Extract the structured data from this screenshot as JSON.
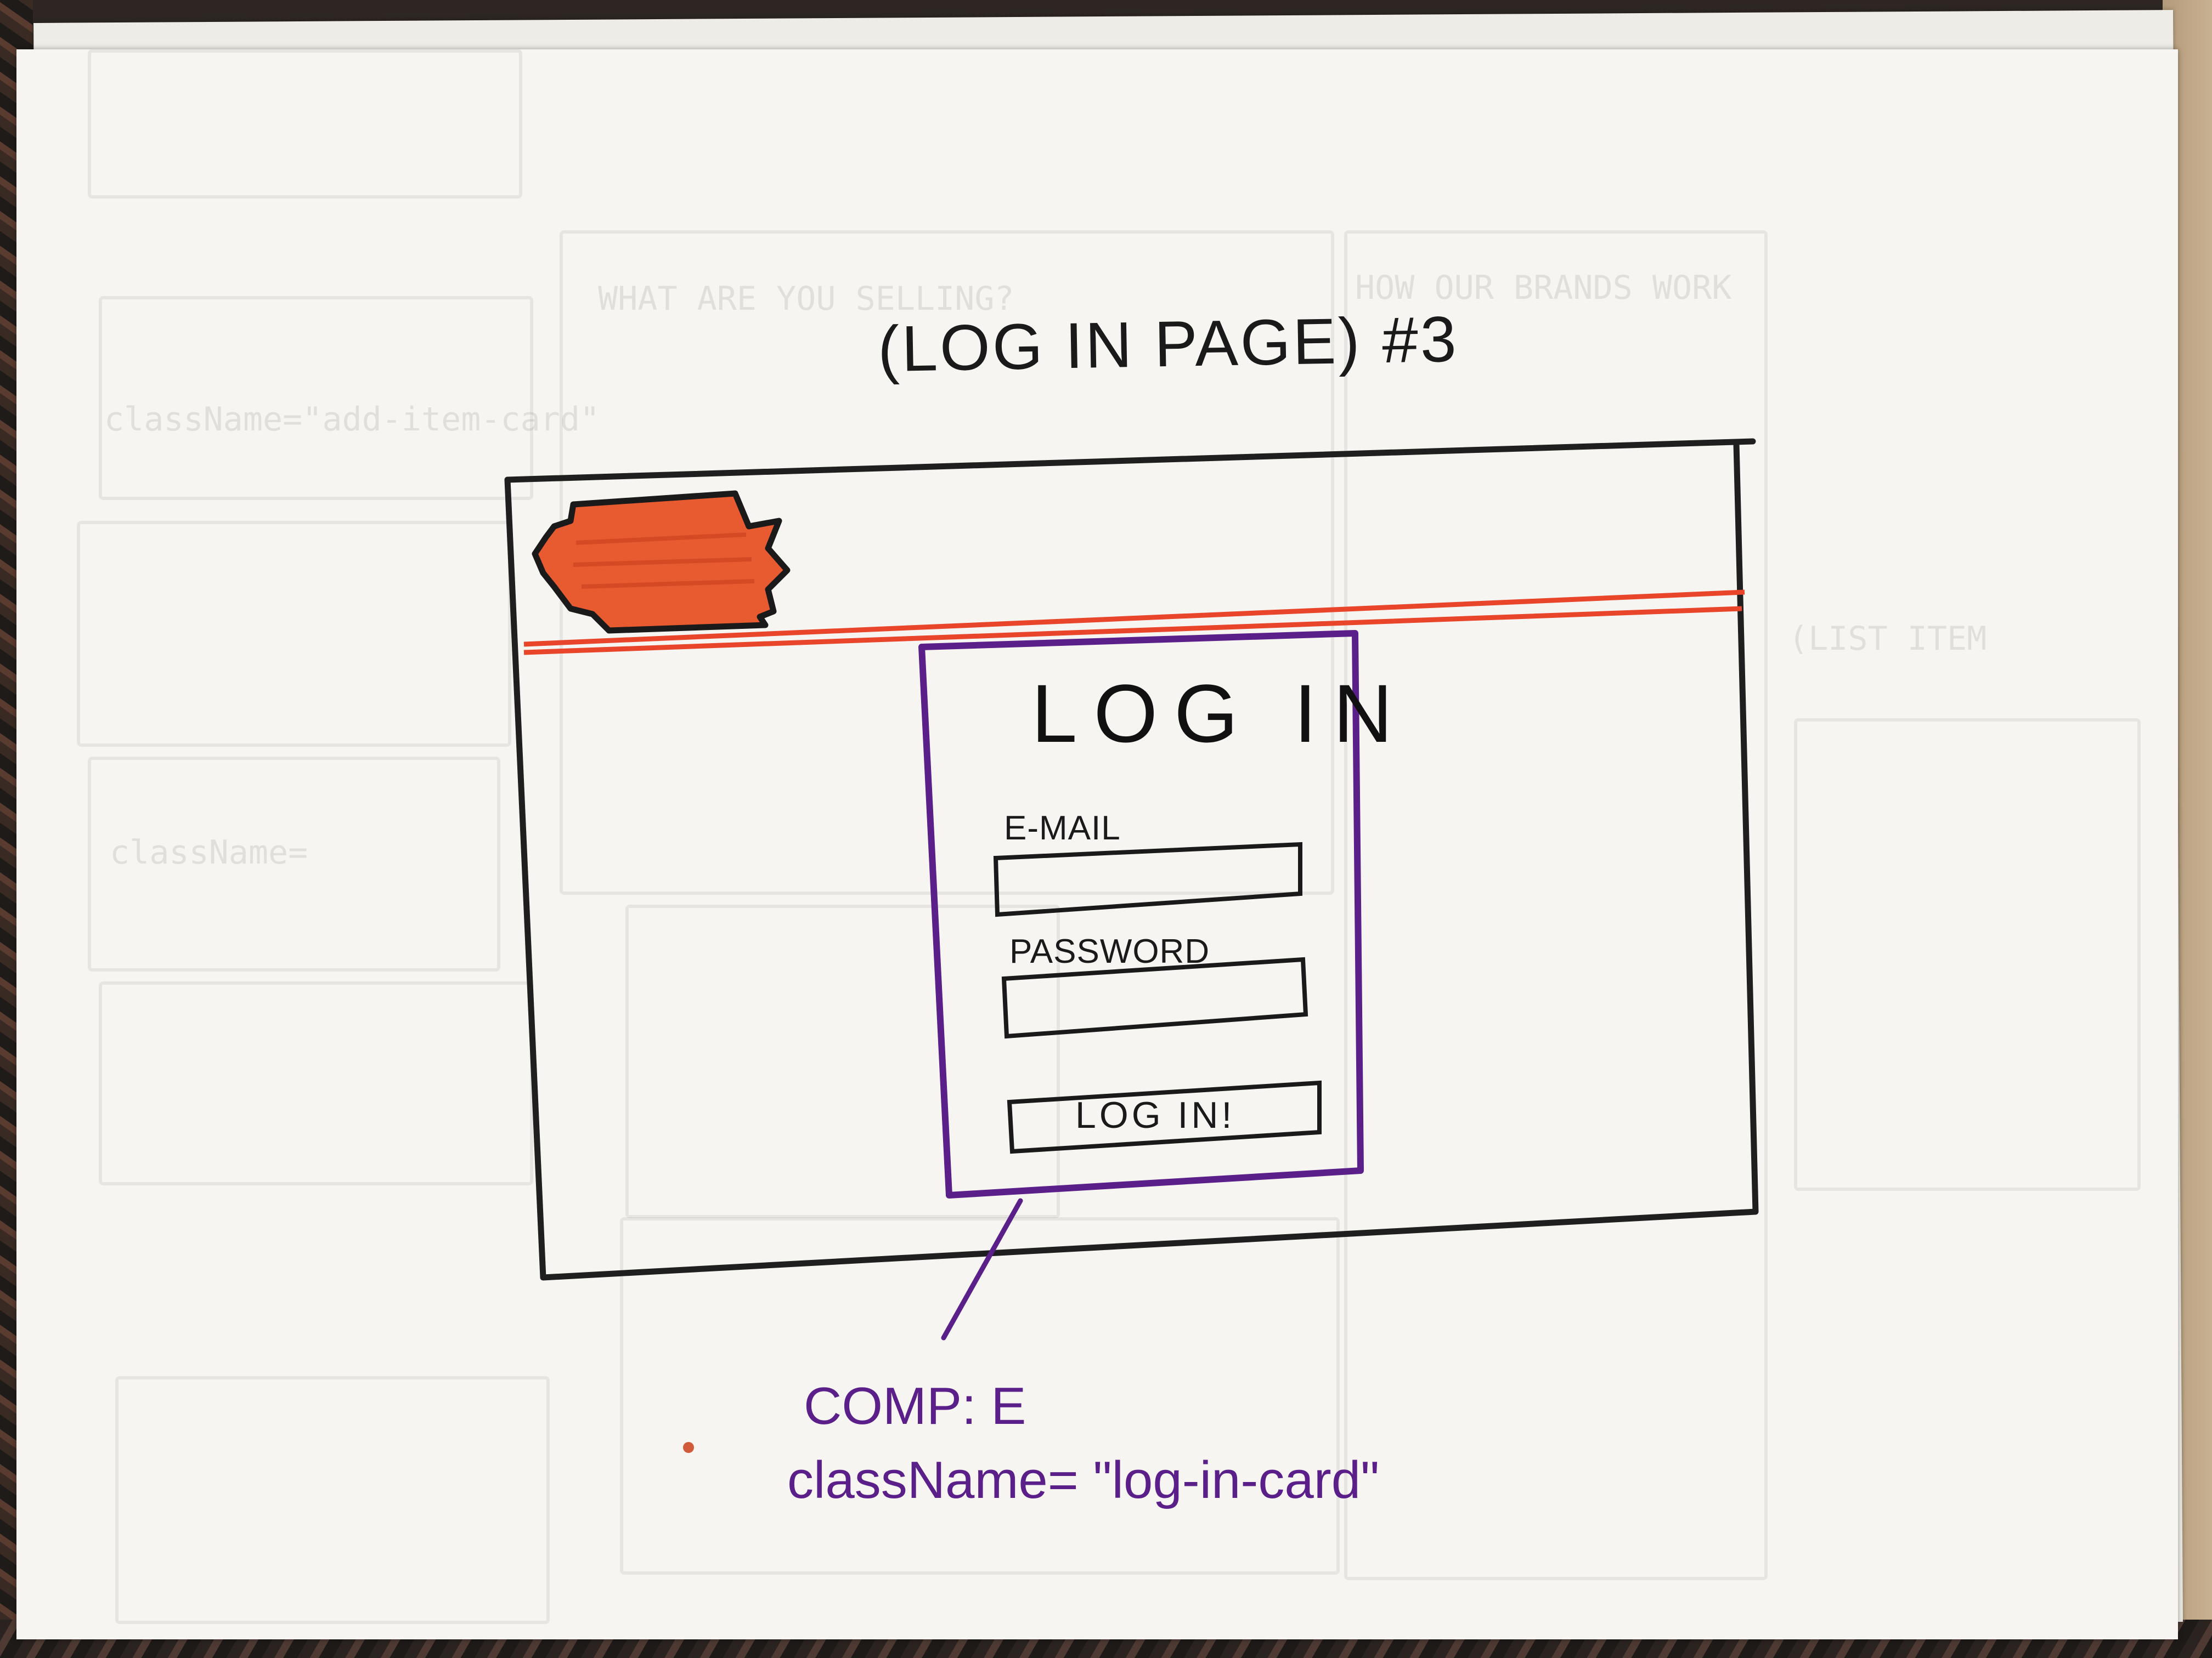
{
  "page_title": "(LOG IN PAGE) #3",
  "login_card": {
    "heading": "LOG IN",
    "email_label": "E-MAIL",
    "email_value": "",
    "password_label": "PASSWORD",
    "password_value": "",
    "submit_label": "LOG IN!"
  },
  "annotation": {
    "component": "COMP: E",
    "class_name": "className= \"log-in-card\""
  },
  "colors": {
    "card_border": "#5b1f8a",
    "header_line": "#e8452a",
    "logo_fill": "#e85a30",
    "ink": "#1a1a1a"
  },
  "icons": [
    "logo-badge"
  ]
}
